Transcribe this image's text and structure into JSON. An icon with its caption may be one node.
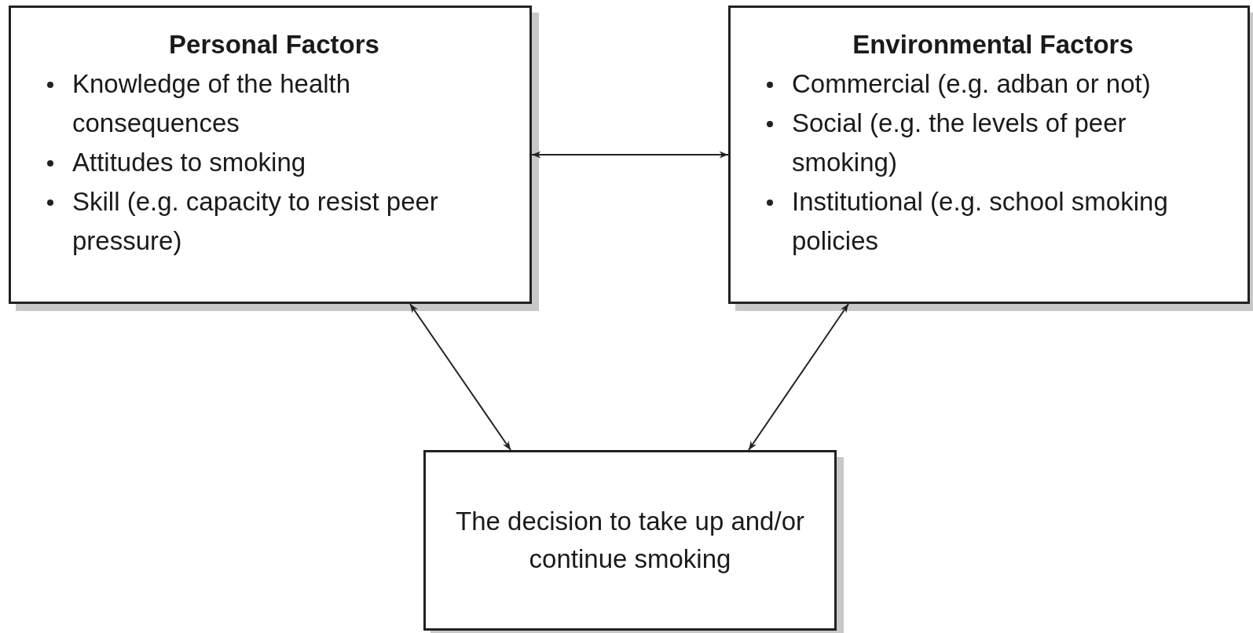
{
  "diagram": {
    "nodes": [
      {
        "text": [
          "Personal Factors",
          "Knowledge of the health consequences",
          "Attitudes to smoking",
          "Skill (e.g. capacity to resist peer pressure)"
        ]
      },
      {
        "text": [
          "Environmental Factors",
          "Commercial (e.g. adban or not)",
          "Social (e.g. the levels of peer smoking)",
          "Institutional (e.g. school smoking policies"
        ]
      },
      {
        "text": [
          "The decision to take up and/or continue smoking"
        ]
      }
    ],
    "edges": [
      {
        "from": 0,
        "to": 1,
        "arrow": "both"
      },
      {
        "from": 0,
        "to": 2,
        "arrow": "both"
      },
      {
        "from": 1,
        "to": 2,
        "arrow": "both"
      }
    ]
  }
}
